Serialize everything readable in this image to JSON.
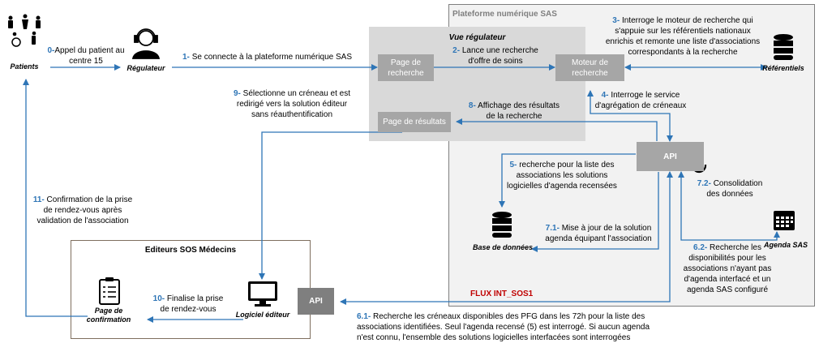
{
  "platform": {
    "title": "Plateforme numérique SAS"
  },
  "regulator_view": {
    "title": "Vue régulateur"
  },
  "editors": {
    "title": "Editeurs SOS Médecins"
  },
  "actors": {
    "patients": "Patients",
    "regulateur": "Régulateur",
    "referentiels": "Référentiels",
    "base_donnees": "Base de données",
    "agenda_sas": "Agenda SAS",
    "logiciel_editeur": "Logiciel éditeur",
    "page_confirmation": "Page de confirmation"
  },
  "boxes": {
    "page_recherche": "Page de recherche",
    "moteur_recherche": "Moteur de recherche",
    "page_resultats": "Page de résultats",
    "api_top": "API",
    "api_bottom": "API"
  },
  "flux": "FLUX INT_SOS1",
  "steps": {
    "s0": {
      "n": "0-",
      "text": "Appel du patient au centre 15"
    },
    "s1": {
      "n": "1-",
      "text": "Se connecte à la plateforme numérique SAS"
    },
    "s2": {
      "n": "2-",
      "text": "Lance une recherche d'offre de soins"
    },
    "s3": {
      "n": "3-",
      "text": "Interroge le moteur de recherche qui s'appuie sur les référentiels nationaux enrichis et remonte une liste d'associations correspondants à la recherche"
    },
    "s4": {
      "n": "4-",
      "text": "Interroge le service d'agrégation de créneaux"
    },
    "s5": {
      "n": "5-",
      "text": "recherche pour la liste des associations les solutions logicielles d'agenda recensées"
    },
    "s61": {
      "n": "6.1-",
      "text": "Recherche les créneaux disponibles des PFG dans les 72h pour la liste des associations identifiées. Seul l'agenda recensé (5) est interrogé. Si aucun agenda n'est connu, l'ensemble des solutions logicielles interfacées sont interrogées"
    },
    "s62": {
      "n": "6.2-",
      "text": "Recherche les disponibilités pour les associations n'ayant pas d'agenda interfacé et un agenda SAS configuré"
    },
    "s71": {
      "n": "7.1-",
      "text": "Mise à jour de la solution agenda équipant l'association"
    },
    "s72": {
      "n": "7.2-",
      "text": "Consolidation des données"
    },
    "s8": {
      "n": "8-",
      "text": "Affichage des résultats de la recherche"
    },
    "s9": {
      "n": "9-",
      "text": "Sélectionne un créneau et est redirigé vers la solution éditeur sans réauthentification"
    },
    "s10": {
      "n": "10-",
      "text": "Finalise la prise de rendez-vous"
    },
    "s11": {
      "n": "11-",
      "text": "Confirmation de la prise de rendez-vous après validation de l'association"
    }
  },
  "colors": {
    "arrow": "#2e75b6",
    "box": "#a6a6a6",
    "panel": "#f2f2f2",
    "flux": "#c00000"
  }
}
